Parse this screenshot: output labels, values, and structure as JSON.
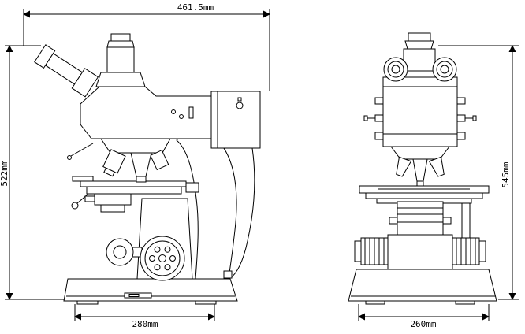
{
  "diagram": {
    "colors": {
      "line": "#000000",
      "background": "#ffffff"
    },
    "dimensions": {
      "top_width": "461.5mm",
      "left_height": "522mm",
      "side_base_width": "280mm",
      "front_height": "545mm",
      "front_base_width": "260mm"
    }
  }
}
